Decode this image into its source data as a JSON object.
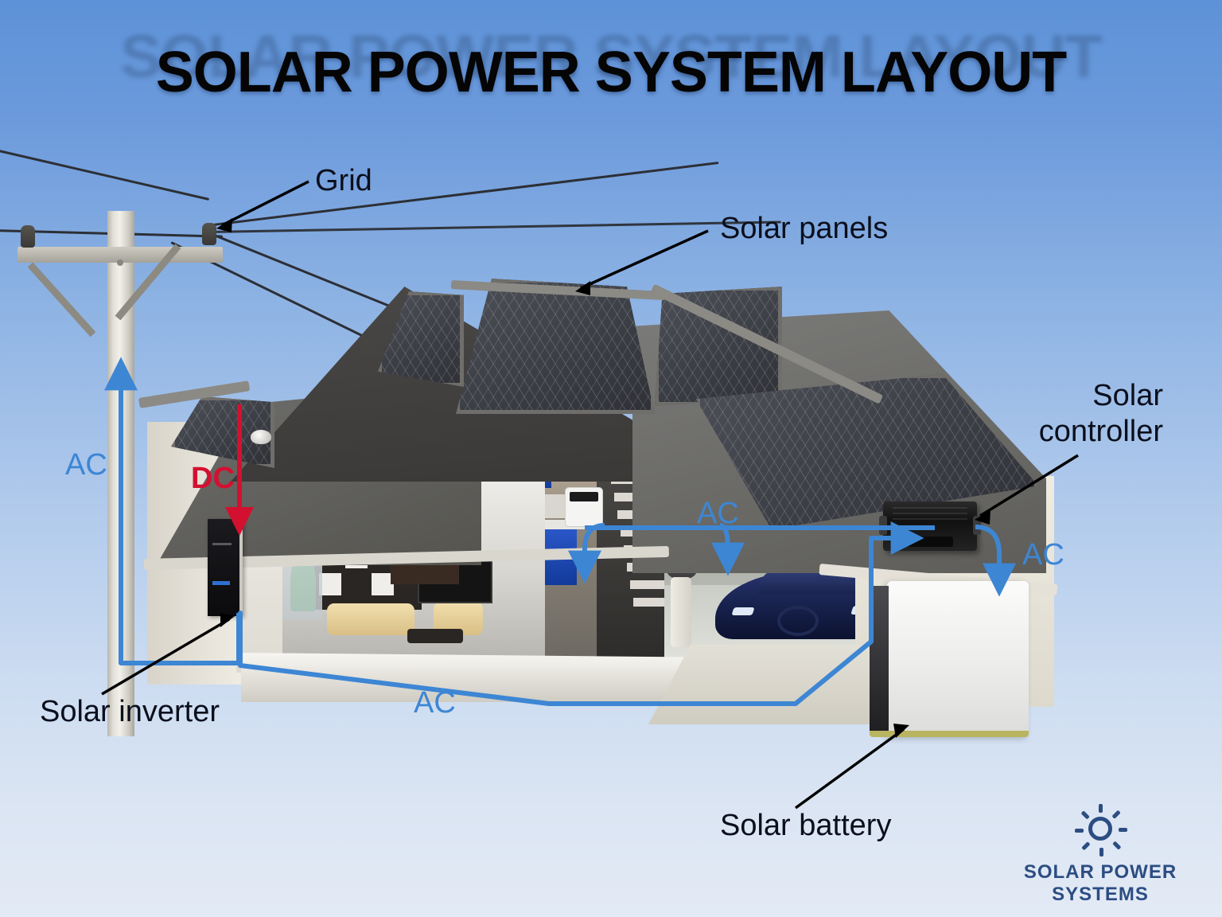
{
  "page": {
    "title": "SOLAR POWER SYSTEM LAYOUT",
    "background_top_color": "#5d92d8",
    "background_bottom_color": "#e3eaf5"
  },
  "labels": {
    "grid": "Grid",
    "solar_panels": "Solar panels",
    "solar_controller": "Solar\ncontroller",
    "solar_inverter": "Solar inverter",
    "solar_battery": "Solar battery"
  },
  "flow_markers": {
    "ac_pole": "AC",
    "dc_roof": "DC",
    "ac_house_bottom": "AC",
    "ac_garage": "AC",
    "ac_battery": "AC",
    "ac_color": "#3d86d4",
    "dc_color": "#d41030"
  },
  "logo": {
    "text": "SOLAR POWER SYSTEMS",
    "icon": "sun-icon",
    "color": "#2c4d82"
  },
  "diagram_data": {
    "type": "diagram",
    "subject": "Residential solar power system layout",
    "components": [
      {
        "id": "grid",
        "name": "Grid",
        "description": "Utility pole with crossarm, insulators and overhead power lines"
      },
      {
        "id": "solar-panels",
        "name": "Solar panels",
        "description": "Photovoltaic panels mounted on the dark hip roof of the house"
      },
      {
        "id": "solar-inverter",
        "name": "Solar inverter",
        "description": "Wall-mounted unit on the left exterior wall of the house"
      },
      {
        "id": "solar-controller",
        "name": "Solar controller",
        "description": "Black charge-controller box mounted on the garage wall"
      },
      {
        "id": "solar-battery",
        "name": "Solar battery",
        "description": "White battery cabinet standing at the right side of the garage"
      }
    ],
    "flows": [
      {
        "from": "solar-panels",
        "to": "solar-inverter",
        "current": "DC",
        "color": "#d41030"
      },
      {
        "from": "solar-inverter",
        "to": "grid",
        "current": "AC",
        "color": "#3d86d4"
      },
      {
        "from": "solar-inverter",
        "to": "house-loads",
        "current": "AC",
        "color": "#3d86d4"
      },
      {
        "from": "house-loads",
        "to": "ev-charger",
        "current": "AC",
        "color": "#3d86d4"
      },
      {
        "from": "house-loads",
        "to": "solar-controller",
        "current": "AC",
        "color": "#3d86d4"
      },
      {
        "from": "solar-controller",
        "to": "solar-battery",
        "current": "AC",
        "color": "#3d86d4"
      }
    ]
  }
}
